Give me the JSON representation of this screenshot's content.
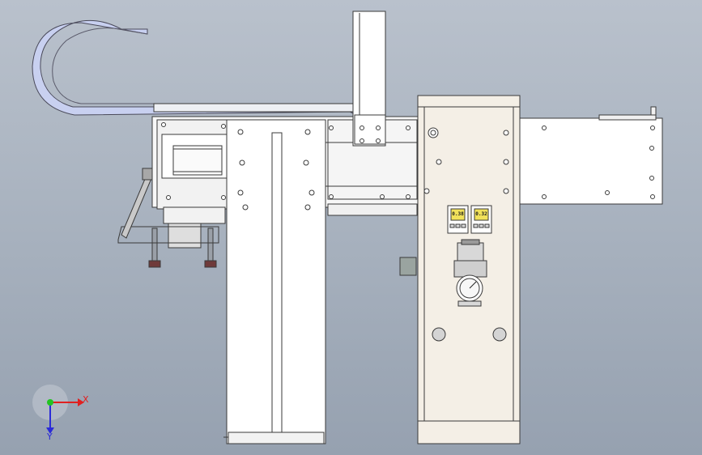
{
  "triad": {
    "x_label": "X",
    "y_label": "Y",
    "x_color": "#e02020",
    "y_color": "#2a2ad8",
    "origin_color": "#22c422"
  },
  "displays": {
    "left_value": "0.38",
    "right_value": "0.32"
  },
  "colors": {
    "background_top": "#b9c1cc",
    "background_bottom": "#96a1b0",
    "cable_chain": "#c5cdf0",
    "panel_white": "#ffffff",
    "panel_beige": "#f4efe6",
    "display_screen": "#f1e15a",
    "outline": "#3a3a3a"
  }
}
